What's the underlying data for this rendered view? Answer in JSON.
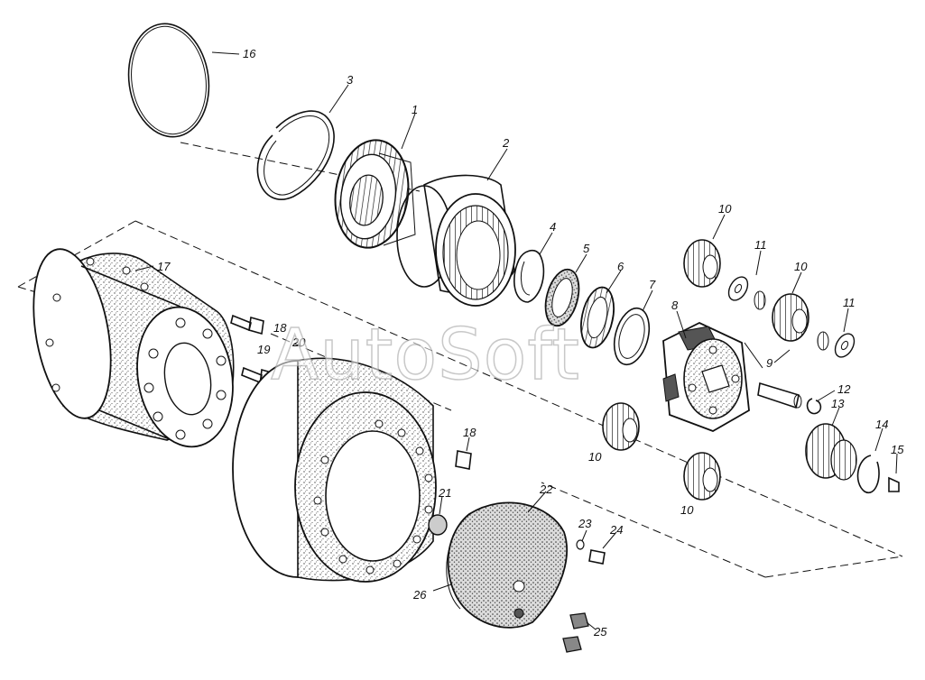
{
  "watermark": "AutoSoft",
  "labels": [
    "1",
    "2",
    "3",
    "4",
    "5",
    "6",
    "7",
    "8",
    "9",
    "10",
    "10",
    "10",
    "10",
    "11",
    "11",
    "12",
    "13",
    "14",
    "15",
    "16",
    "17",
    "18",
    "18",
    "19",
    "20",
    "21",
    "22",
    "23",
    "24",
    "25",
    "26"
  ]
}
